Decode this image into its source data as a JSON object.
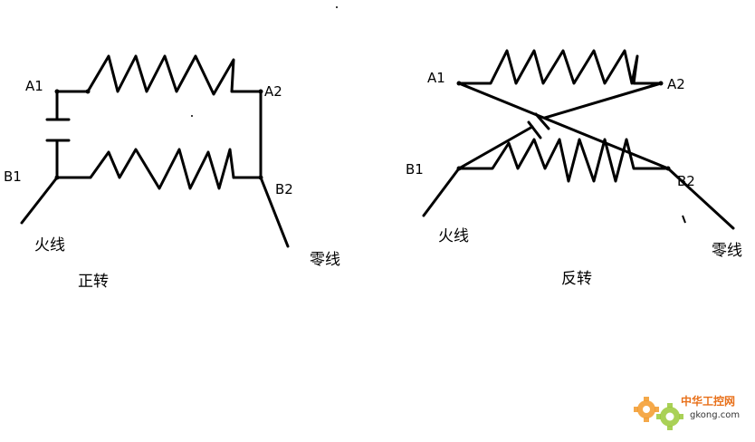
{
  "forward": {
    "caption": "正转",
    "terminals": {
      "a1": "A1",
      "a2": "A2",
      "b1": "B1",
      "b2": "B2"
    },
    "live_label": "火线",
    "neutral_label": "零线"
  },
  "reverse": {
    "caption": "反转",
    "terminals": {
      "a1": "A1",
      "a2": "A2",
      "b1": "B1",
      "b2": "B2"
    },
    "live_label": "火线",
    "neutral_label": "零线"
  },
  "watermark": {
    "brand": "中华工控网",
    "domain": "gkong.com",
    "colors": {
      "brand": "#e8701a",
      "gear_orange": "#f39a2a",
      "gear_green": "#9bc93a"
    }
  }
}
